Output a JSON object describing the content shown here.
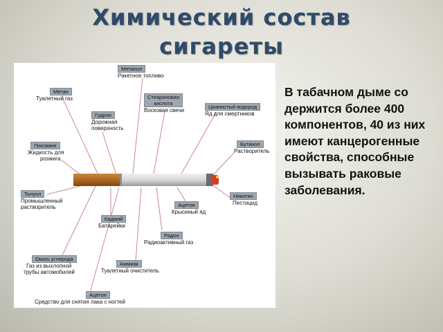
{
  "title": {
    "line1": "Химический состав",
    "line2": "сигареты"
  },
  "side_text": "В табачном дыме со держится более 400 компонентов, 40 из них имеют канцерогенные свойства, способные вызывать раковые заболевания.",
  "labels": {
    "metanol": {
      "tag": "Метанол",
      "desc": "Ракетное топливо"
    },
    "metan": {
      "tag": "Метан",
      "desc": "Туалетный газ"
    },
    "stearin": {
      "tag1": "Стеариновая",
      "tag2": "кислота",
      "desc": "Восковая свечи"
    },
    "cyan": {
      "tag": "Цианистый водород",
      "desc": "Яд для смертников"
    },
    "gudron": {
      "tag": "Гудрон",
      "desc1": "Дорожная",
      "desc2": "поверхность"
    },
    "heksamin": {
      "tag": "Гексамин",
      "desc1": "Жидкость для",
      "desc2": "розжига"
    },
    "butanol": {
      "tag": "Бутанол",
      "desc": "Растворитель"
    },
    "toluol": {
      "tag": "Толуол",
      "desc1": "Промышленный",
      "desc2": "растворитель"
    },
    "nikotin": {
      "tag": "Никотин",
      "desc": "Пестицид"
    },
    "aceton1": {
      "tag": "Ацетон",
      "desc": "Крысиный яд"
    },
    "kadmiy": {
      "tag": "Кадмий",
      "desc": "Батарейки"
    },
    "radon": {
      "tag": "Радон",
      "desc": "Радиоактивный газ"
    },
    "co": {
      "tag": "Окись углерода",
      "desc1": "Газ из выхлопной",
      "desc2": "трубы автомобилей"
    },
    "ammiak": {
      "tag": "Аммиак",
      "desc": "Туалетный очиститель"
    },
    "aceton2": {
      "tag": "Ацетон",
      "desc": "Средство для снятия лака с ногтей"
    }
  }
}
